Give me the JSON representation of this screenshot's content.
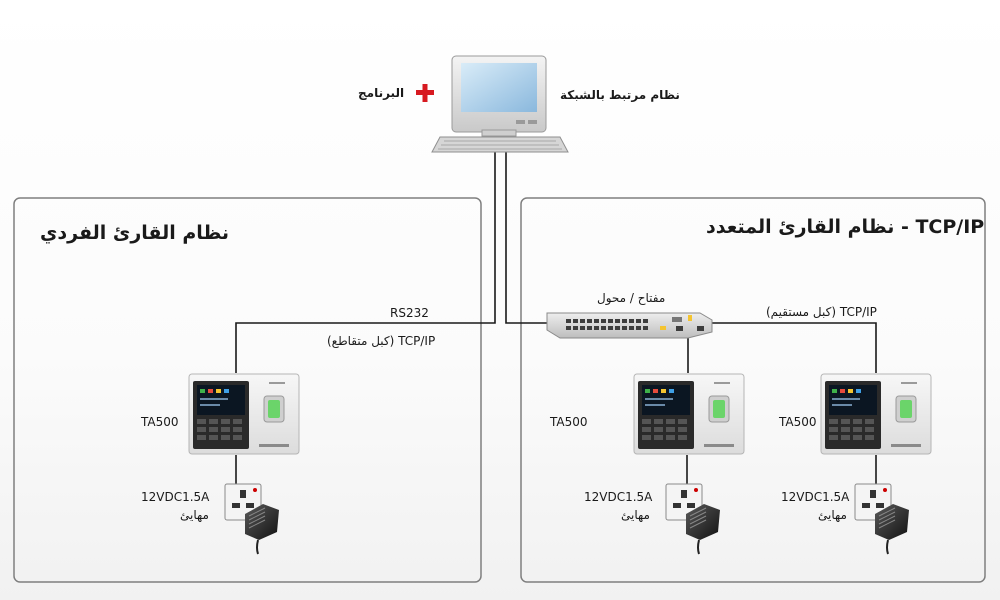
{
  "server": {
    "label": "نظام مرتبط بالشبكة",
    "software_label": "البرنامج",
    "plus_color": "#d71920"
  },
  "single_system": {
    "title": "نظام القارئ الفردي"
  },
  "multi_system": {
    "title": "TCP/IP - نظام القارئ المتعدد"
  },
  "switch": {
    "label": "مفتاح / محول"
  },
  "links": {
    "rs232": "RS232",
    "crossover": "TCP/IP (كبل متقاطع)",
    "straight": "TCP/IP (كبل مستقيم)"
  },
  "devices": [
    {
      "model": "TA500",
      "power": "12VDC1.5A",
      "adapter": "مهايئ"
    },
    {
      "model": "TA500",
      "power": "12VDC1.5A",
      "adapter": "مهايئ"
    },
    {
      "model": "TA500",
      "power": "12VDC1.5A",
      "adapter": "مهايئ"
    }
  ],
  "colors": {
    "frame": "#7f7f7f",
    "cable": "#1a1a1a",
    "accent_green": "#00a651"
  }
}
